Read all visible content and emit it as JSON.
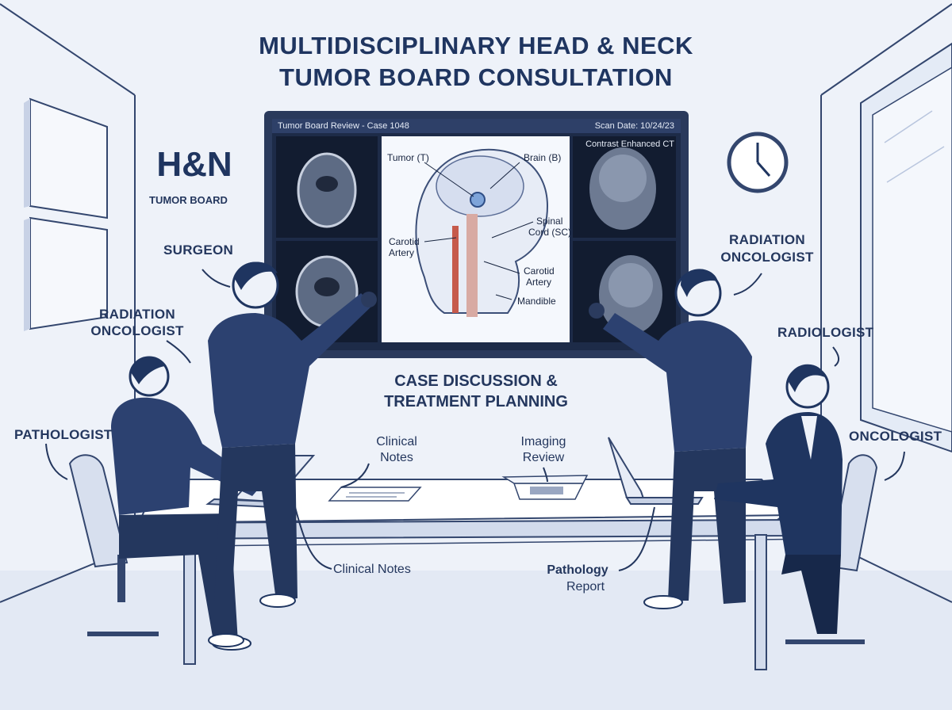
{
  "title_line1": "MULTIDISCIPLINARY HEAD & NECK",
  "title_line2": "TUMOR BOARD CONSULTATION",
  "logo": {
    "mark": "H&N",
    "caption": "TUMOR BOARD"
  },
  "screen": {
    "header_left": "Tumor Board Review - Case 1048",
    "header_right": "Scan Date: 10/24/23",
    "right_panel_label": "Contrast Enhanced CT"
  },
  "anatomy_labels": {
    "tumor": "Tumor (T)",
    "brain": "Brain (B)",
    "spinal_cord_1": "Spinal",
    "spinal_cord_2": "Cord (SC)",
    "carotid_left_1": "Carotid",
    "carotid_left_2": "Artery",
    "carotid_right_1": "Carotid",
    "carotid_right_2": "Artery",
    "mandible": "Mandible"
  },
  "discussion_line1": "CASE DISCUSSION &",
  "discussion_line2": "TREATMENT PLANNING",
  "roles": {
    "surgeon": "SURGEON",
    "radiation_left_1": "RADIATION",
    "radiation_left_2": "ONCOLOGIST",
    "pathologist": "PATHOLOGIST",
    "radiation_right_1": "RADIATION",
    "radiation_right_2": "ONCOLOGIST",
    "radiologist": "RADIOLOGIST",
    "oncologist": "ONCOLOGIST"
  },
  "documents": {
    "clinical_notes_top_1": "Clinical",
    "clinical_notes_top_2": "Notes",
    "imaging_review_1": "Imaging",
    "imaging_review_2": "Review",
    "clinical_notes_bottom": "Clinical Notes",
    "pathology_report_1": "Pathology",
    "pathology_report_2": "Report"
  },
  "colors": {
    "navy": "#1f3560",
    "scrubs": "#2c4170",
    "background": "#eef2f9",
    "screen_frame": "#2a3a5c"
  }
}
